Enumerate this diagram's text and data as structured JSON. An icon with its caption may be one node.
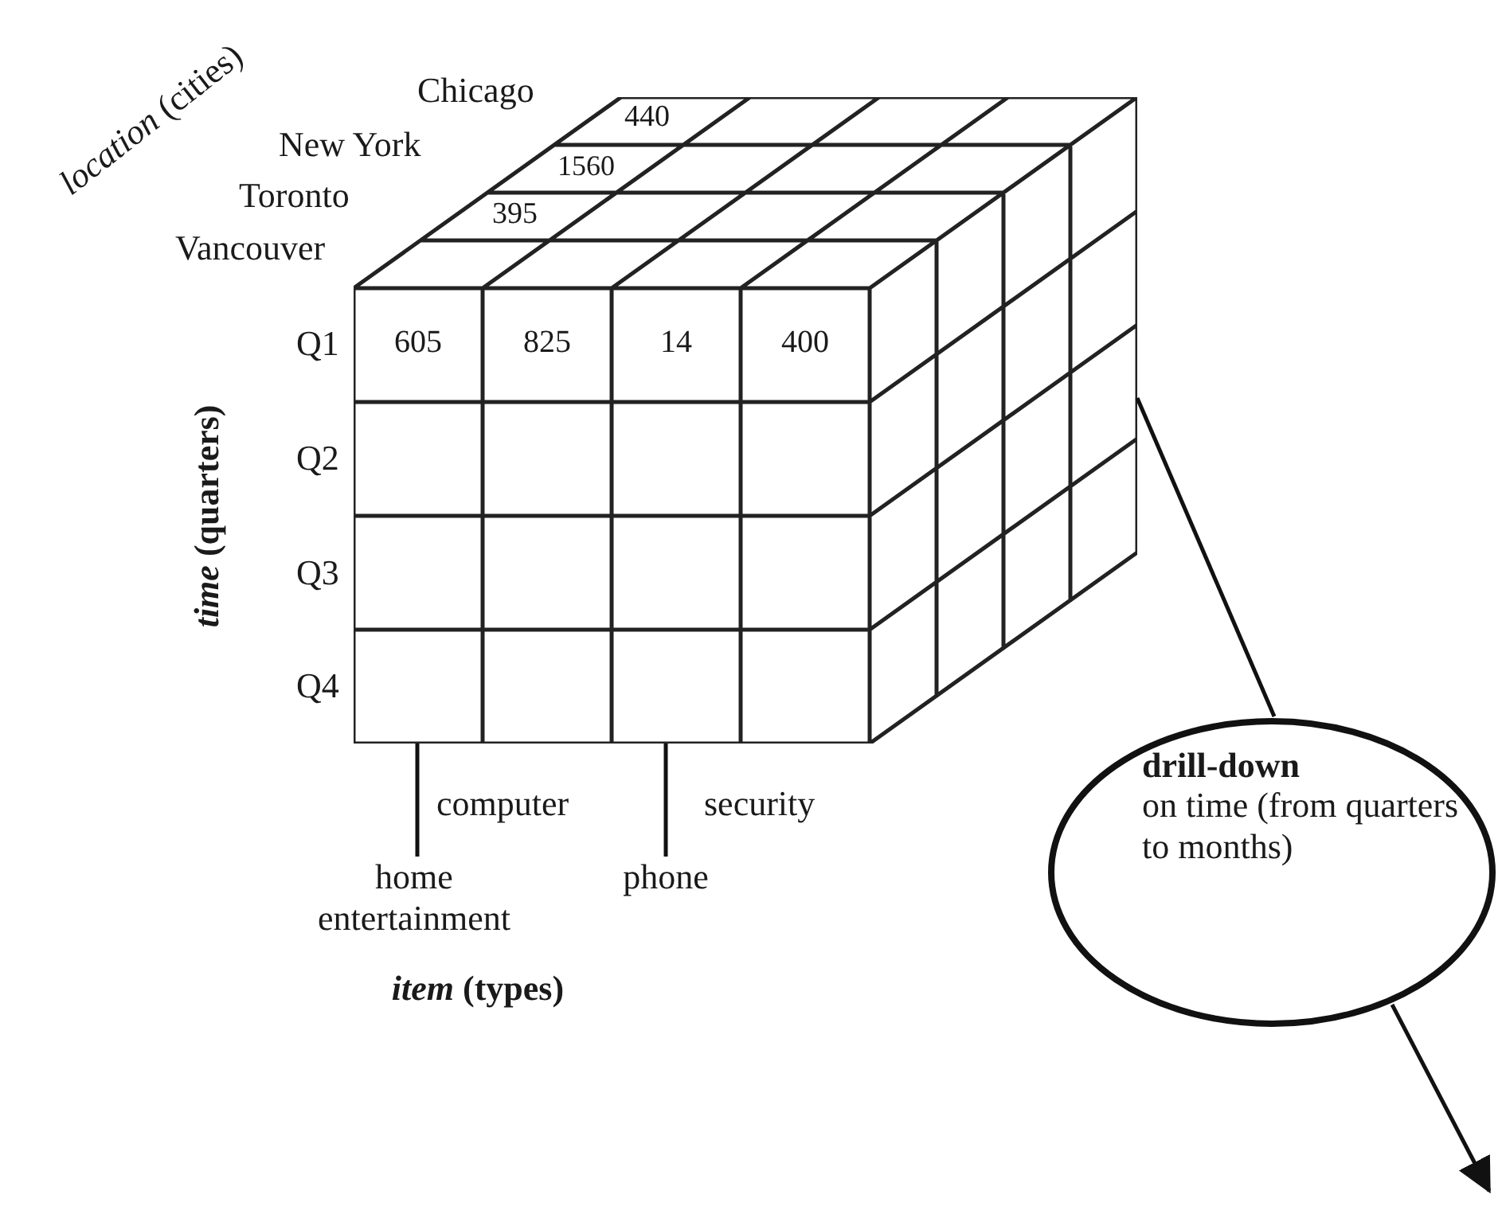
{
  "diagram": {
    "nodes": [
      {
        "text": [],
        "shape": "cube"
      },
      {
        "text": [
          "drill-down",
          "on time (from quarters to months)"
        ]
      },
      {
        "text": [
          "home entertainment"
        ]
      },
      {
        "text": [
          "phone"
        ]
      }
    ],
    "edges": [
      {
        "from": 0,
        "to": 1,
        "arrow": "none"
      },
      {
        "from": 1,
        "to": null,
        "arrow": "to"
      },
      {
        "from": 2,
        "to": 0,
        "arrow": "none"
      },
      {
        "from": 3,
        "to": 0,
        "arrow": "none"
      }
    ],
    "labels": [
      "*location* (cities)",
      "Chicago",
      "440",
      "New York",
      "1560",
      "Toronto",
      "395",
      "Vancouver",
      "*time* (quarters)",
      "Q1",
      "605",
      "825",
      "14",
      "400",
      "Q2",
      "Q3",
      "Q4",
      "computer",
      "security",
      "*item* (types)"
    ]
  }
}
